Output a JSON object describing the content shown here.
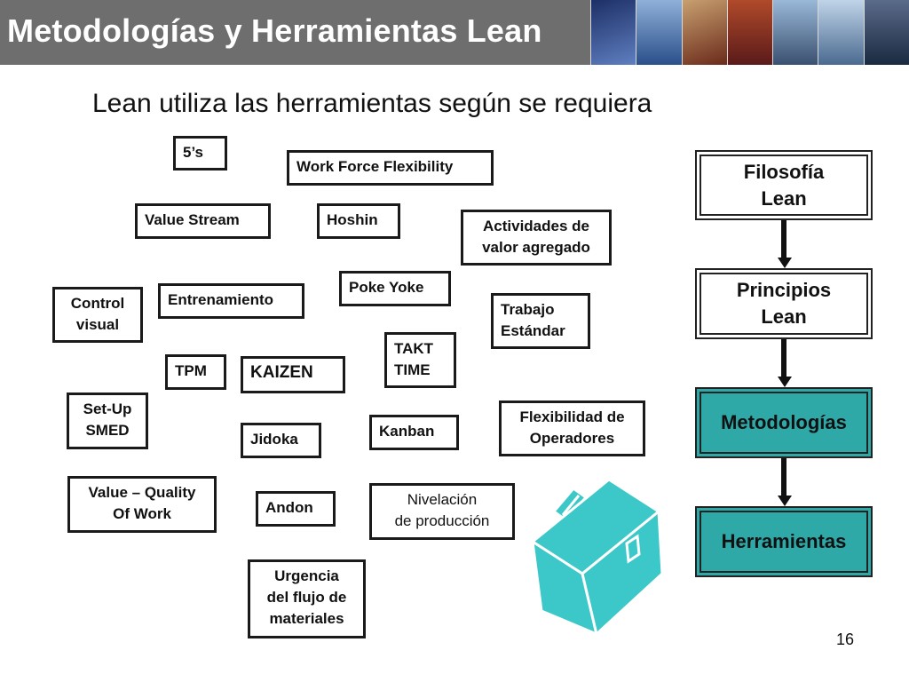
{
  "header": {
    "title": "Metodologías y Herramientas Lean",
    "photo_colors": [
      "#2a3f7a",
      "#4a6aa8",
      "#8a4a3a",
      "#9a3a2a",
      "#3a5a8a",
      "#5a7aa0",
      "#2a4a6a"
    ]
  },
  "subtitle": "Lean utiliza las herramientas según se requiera",
  "tools": [
    {
      "id": "5s",
      "label": "5’s"
    },
    {
      "id": "work-force-flexibility",
      "label": "Work Force Flexibility"
    },
    {
      "id": "value-stream",
      "label": "Value Stream"
    },
    {
      "id": "hoshin",
      "label": "Hoshin"
    },
    {
      "id": "actividades",
      "label": "Actividades de\nvalor agregado"
    },
    {
      "id": "poke-yoke",
      "label": "Poke Yoke"
    },
    {
      "id": "control-visual",
      "label": "Control\nvisual"
    },
    {
      "id": "entrenamiento",
      "label": "Entrenamiento"
    },
    {
      "id": "trabajo-estandar",
      "label": "Trabajo\nEstándar"
    },
    {
      "id": "takt-time",
      "label": "TAKT\nTIME"
    },
    {
      "id": "tpm",
      "label": "TPM"
    },
    {
      "id": "kaizen",
      "label": "KAIZEN"
    },
    {
      "id": "setup-smed",
      "label": "Set-Up\nSMED"
    },
    {
      "id": "flexibilidad",
      "label": "Flexibilidad de\nOperadores"
    },
    {
      "id": "kanban",
      "label": "Kanban"
    },
    {
      "id": "jidoka",
      "label": "Jidoka"
    },
    {
      "id": "value-quality",
      "label": "Value – Quality\nOf Work"
    },
    {
      "id": "andon",
      "label": "Andon"
    },
    {
      "id": "nivelacion",
      "label": "Nivelación\nde producción"
    },
    {
      "id": "urgencia",
      "label": "Urgencia\ndel flujo de\nmateriales"
    }
  ],
  "hierarchy": [
    {
      "label": "Filosofía\nLean"
    },
    {
      "label": "Principios\nLean"
    },
    {
      "label": "Metodologías"
    },
    {
      "label": "Herramientas"
    }
  ],
  "colors": {
    "teal": "#2fa8a8",
    "toolbox": "#3cc8c8",
    "header": "#6e6e6e"
  },
  "page_number": "16"
}
